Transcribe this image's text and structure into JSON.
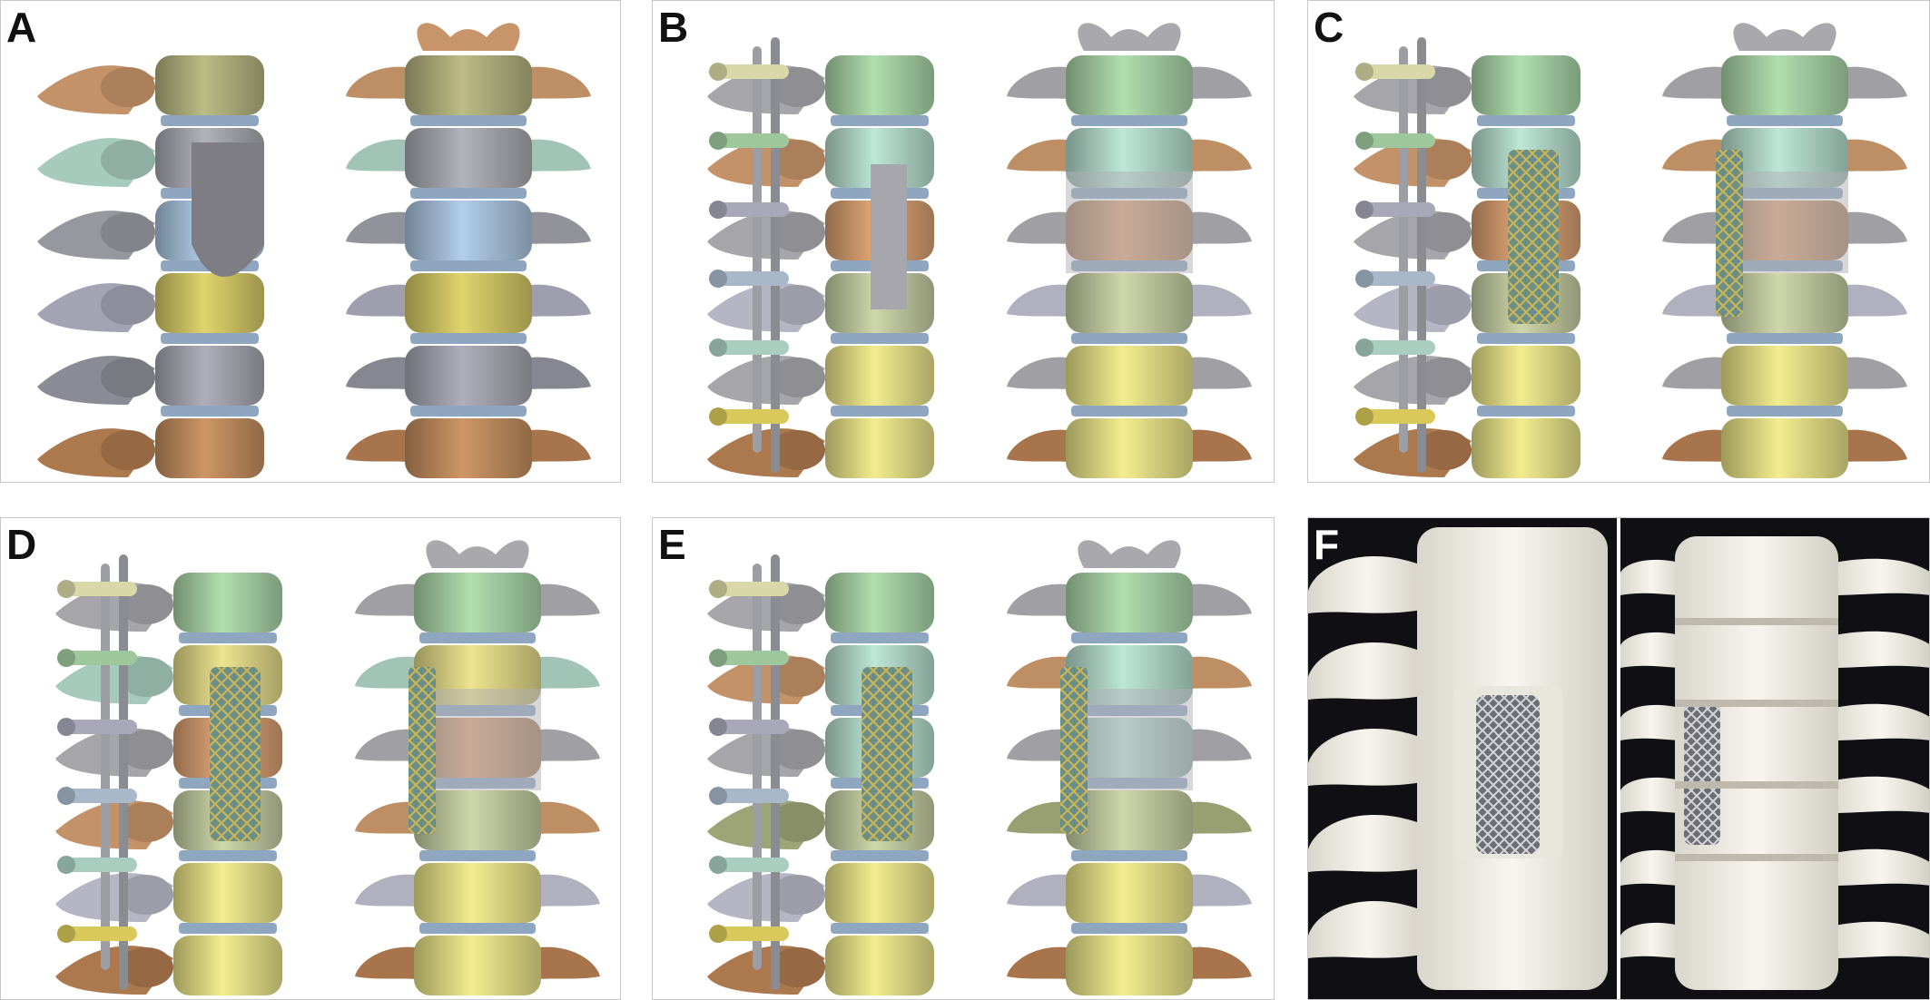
{
  "figure": {
    "panels": [
      {
        "id": "A",
        "label": "A",
        "mesh": false,
        "rod": false,
        "colors": [
          "#a9a878",
          "#9ea0a6",
          "#9fb8d0",
          "#c8bd60",
          "#9c9ca6",
          "#b8865a"
        ],
        "laterals": [
          "#c8956a",
          "#a9cec0",
          "#9a9aa2",
          "#a6a6b8",
          "#8e8e99",
          "#b07a50"
        ]
      },
      {
        "id": "B",
        "label": "B",
        "mesh": false,
        "rod": true,
        "colors": [
          "#9ec79c",
          "#a9cec0",
          "#c9956a",
          "#b8c098",
          "#d9d480",
          "#d9d480"
        ],
        "laterals": [
          "#a8a8ad",
          "#c8956a",
          "#a8a8ad",
          "#b9b9c8",
          "#a8a8ad",
          "#b07a50"
        ]
      },
      {
        "id": "C",
        "label": "C",
        "mesh": true,
        "rod": true,
        "colors": [
          "#9ec79c",
          "#a9cec0",
          "#c9956a",
          "#b8c098",
          "#d9d480",
          "#d9d480"
        ],
        "laterals": [
          "#a8a8ad",
          "#c8956a",
          "#a8a8ad",
          "#b9b9c8",
          "#a8a8ad",
          "#b07a50"
        ]
      },
      {
        "id": "D",
        "label": "D",
        "mesh": true,
        "rod": true,
        "colors": [
          "#9ec79c",
          "#d4cc80",
          "#c9956a",
          "#b8c098",
          "#d9d480",
          "#d9d480"
        ],
        "laterals": [
          "#a8a8ad",
          "#a9cec0",
          "#a8a8ad",
          "#c8956a",
          "#b9b9c8",
          "#b07a50"
        ]
      },
      {
        "id": "E",
        "label": "E",
        "mesh": true,
        "rod": true,
        "colors": [
          "#9ec79c",
          "#a9cec0",
          "#a9cec0",
          "#b8c098",
          "#d9d480",
          "#d9d480"
        ],
        "laterals": [
          "#a8a8ad",
          "#c8956a",
          "#a8a8ad",
          "#a0a878",
          "#b9b9c8",
          "#b07a50"
        ]
      },
      {
        "id": "F",
        "label": "F",
        "photo": true
      }
    ]
  }
}
